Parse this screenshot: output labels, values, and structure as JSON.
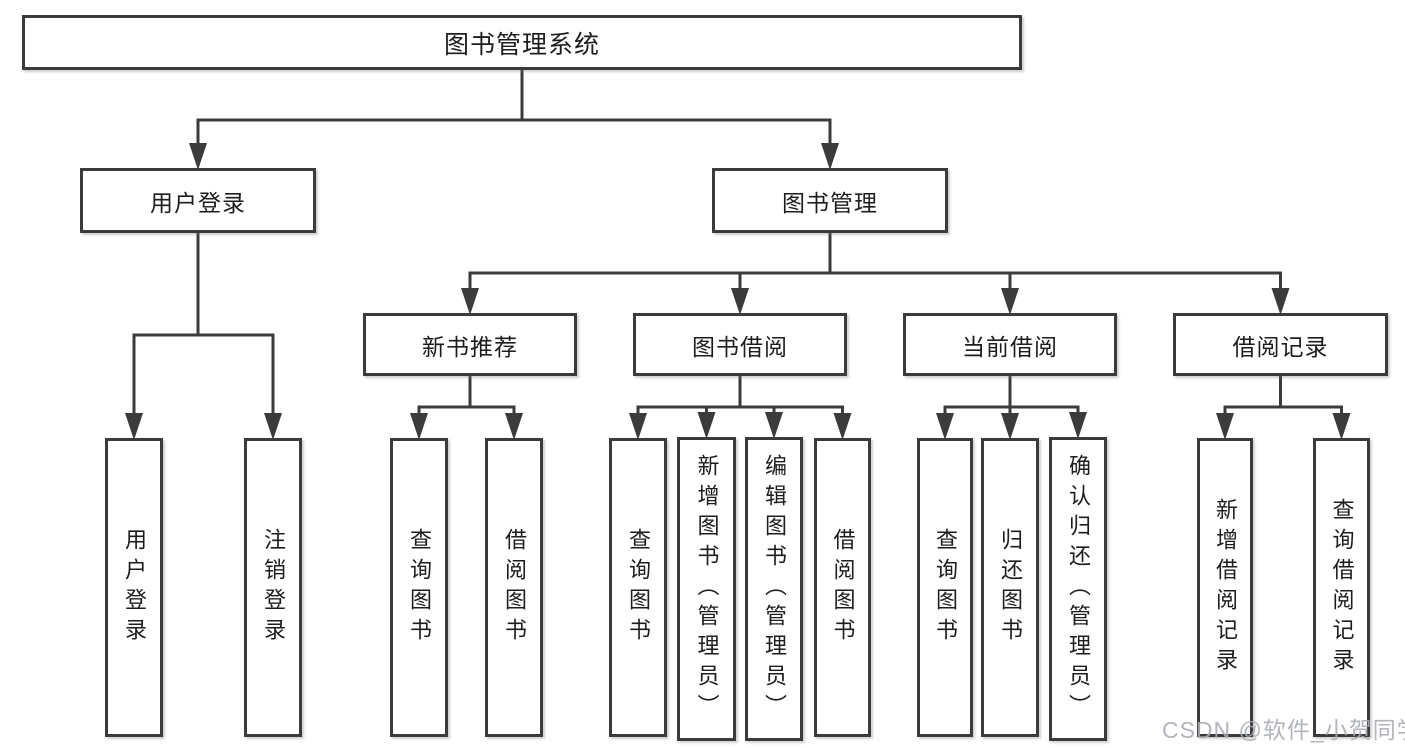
{
  "diagram": {
    "title": "图书管理系统",
    "type": "tree",
    "nodes": [
      {
        "id": "root",
        "label": "图书管理系统",
        "orient": "h"
      },
      {
        "id": "user-login",
        "label": "用户登录",
        "orient": "h"
      },
      {
        "id": "book-mgmt",
        "label": "图书管理",
        "orient": "h"
      },
      {
        "id": "new-book-rec",
        "label": "新书推荐",
        "orient": "h"
      },
      {
        "id": "book-borrow",
        "label": "图书借阅",
        "orient": "h"
      },
      {
        "id": "current-borrow",
        "label": "当前借阅",
        "orient": "h"
      },
      {
        "id": "borrow-record",
        "label": "借阅记录",
        "orient": "h"
      },
      {
        "id": "leaf-user-login",
        "label": "用户登录",
        "orient": "v"
      },
      {
        "id": "leaf-logout",
        "label": "注销登录",
        "orient": "v"
      },
      {
        "id": "leaf-query-book-rec",
        "label": "查询图书",
        "orient": "v"
      },
      {
        "id": "leaf-borrow-book-rec",
        "label": "借阅图书",
        "orient": "v"
      },
      {
        "id": "leaf-query-book-borrow",
        "label": "查询图书",
        "orient": "v"
      },
      {
        "id": "leaf-add-book",
        "label": "新增图书（管理员）",
        "orient": "v"
      },
      {
        "id": "leaf-edit-book",
        "label": "编辑图书（管理员）",
        "orient": "v"
      },
      {
        "id": "leaf-borrow-book-borrow",
        "label": "借阅图书",
        "orient": "v"
      },
      {
        "id": "leaf-query-book-current",
        "label": "查询图书",
        "orient": "v"
      },
      {
        "id": "leaf-return-book",
        "label": "归还图书",
        "orient": "v"
      },
      {
        "id": "leaf-confirm-return",
        "label": "确认归还（管理员）",
        "orient": "v"
      },
      {
        "id": "leaf-add-record",
        "label": "新增借阅记录",
        "orient": "v"
      },
      {
        "id": "leaf-query-record",
        "label": "查询借阅记录",
        "orient": "v"
      }
    ]
  },
  "watermark": {
    "text": "CSDN @软件_小贺同学"
  },
  "colors": {
    "line": "#3b3b3b",
    "box_border": "#3b3b3b",
    "text": "#1d1d1f",
    "watermark": "#a8adb4",
    "background": "#ffffff"
  }
}
